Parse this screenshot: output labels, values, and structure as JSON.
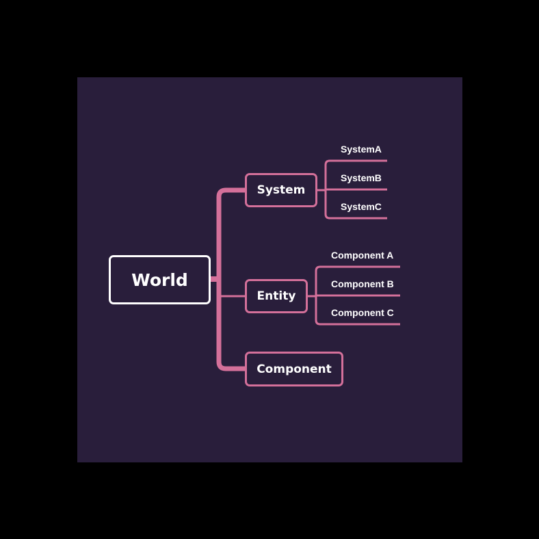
{
  "diagram": {
    "root": {
      "label": "World"
    },
    "branches": [
      {
        "label": "System",
        "children": [
          "SystemA",
          "SystemB",
          "SystemC"
        ]
      },
      {
        "label": "Entity",
        "children": [
          "Component A",
          "Component B",
          "Component C"
        ]
      },
      {
        "label": "Component",
        "children": []
      }
    ]
  },
  "colors": {
    "background": "#291e3b",
    "outer_background": "#000000",
    "branch_line": "#d4709a",
    "root_border": "#ffffff",
    "text": "#ffffff"
  }
}
